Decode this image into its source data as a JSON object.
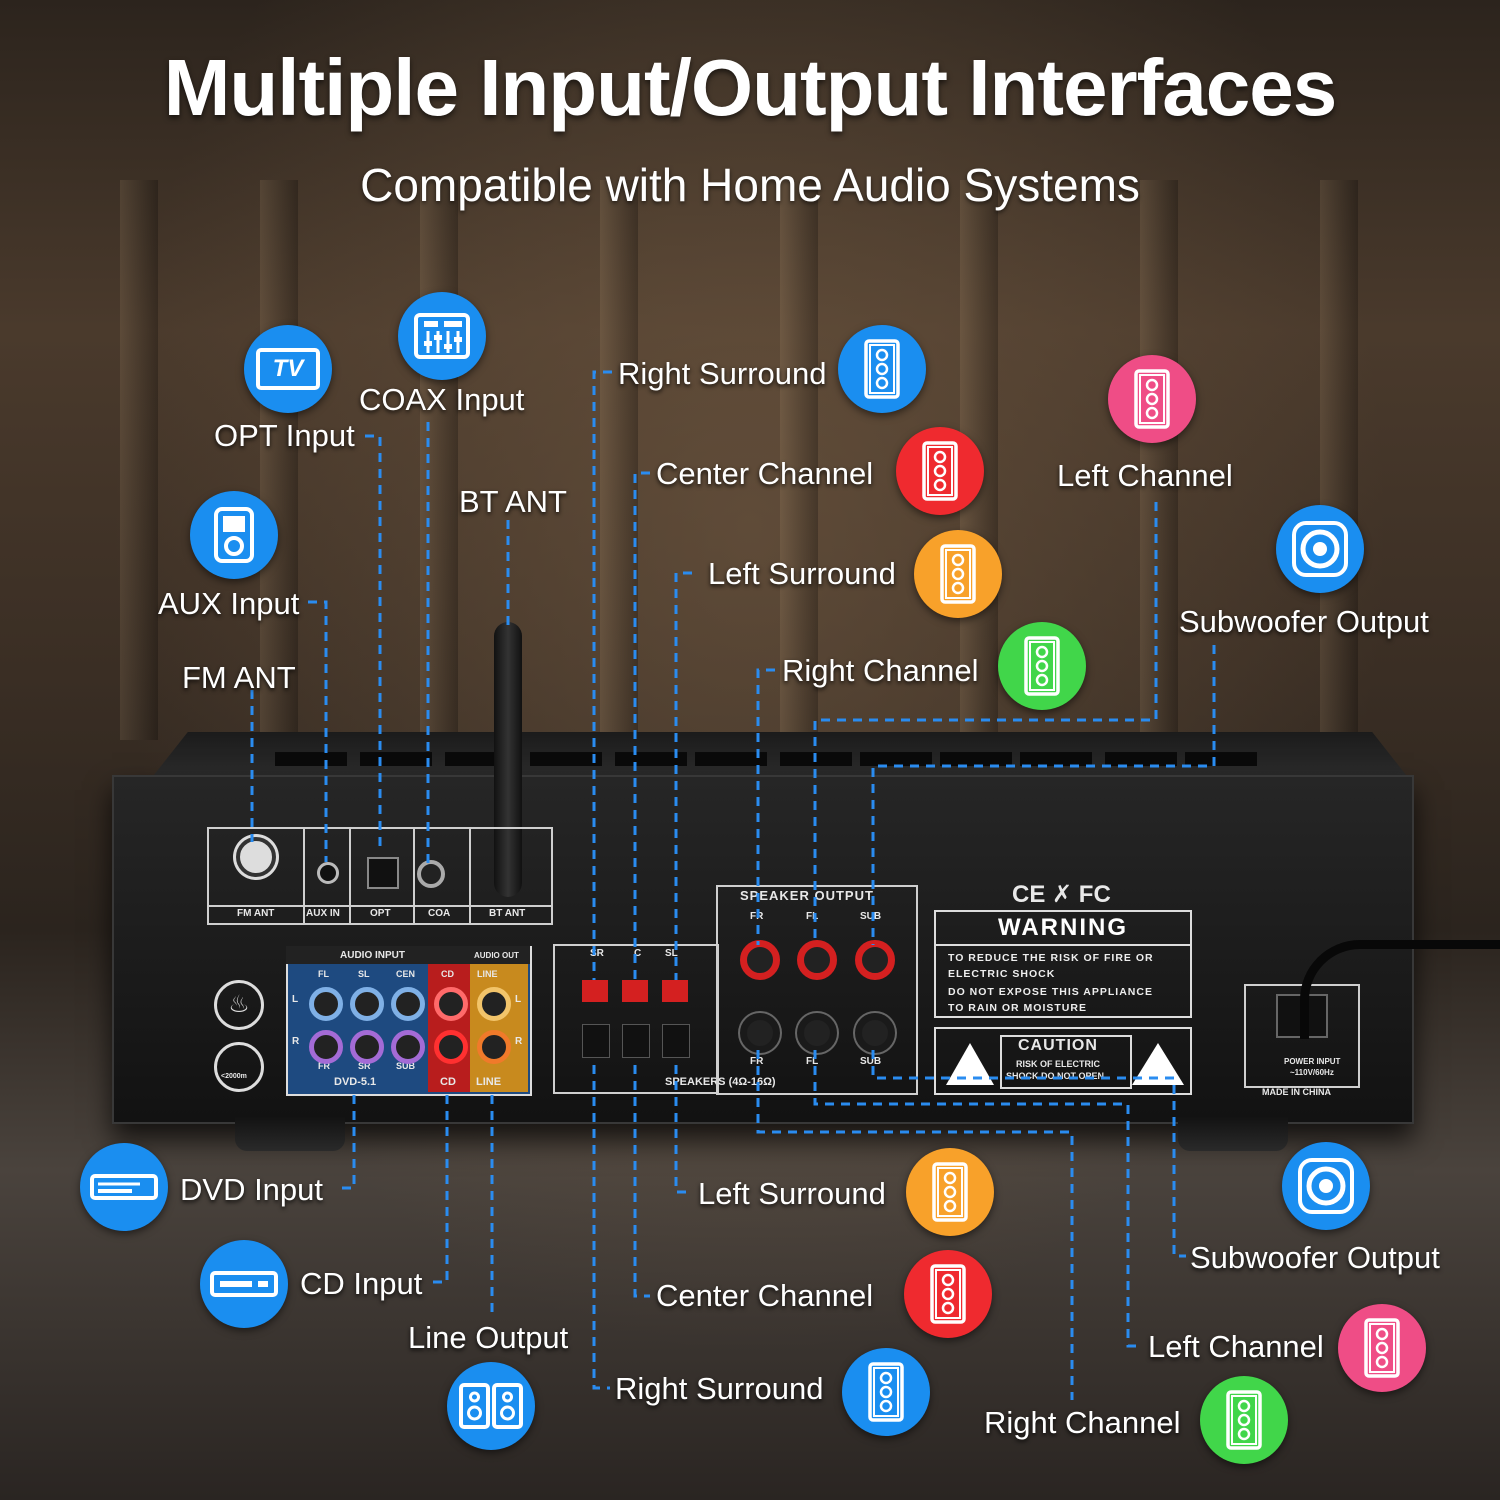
{
  "title": "Multiple Input/Output Interfaces",
  "subtitle": "Compatible with Home Audio Systems",
  "labels": {
    "opt_input": "OPT Input",
    "coax_input": "COAX Input",
    "bt_ant": "BT ANT",
    "aux_input": "AUX Input",
    "fm_ant": "FM ANT",
    "right_surround_top": "Right Surround",
    "center_channel_top": "Center Channel",
    "left_surround_top": "Left Surround",
    "right_channel_top": "Right Channel",
    "left_channel_top": "Left Channel",
    "subwoofer_output_top": "Subwoofer Output",
    "dvd_input": "DVD Input",
    "cd_input": "CD Input",
    "line_output": "Line Output",
    "left_surround_bottom": "Left Surround",
    "center_channel_bottom": "Center Channel",
    "right_surround_bottom": "Right Surround",
    "subwoofer_output_bottom": "Subwoofer Output",
    "left_channel_bottom": "Left Channel",
    "right_channel_bottom": "Right Channel"
  },
  "icons": {
    "tv_text": "TV"
  },
  "colors": {
    "blue": "#1a8ef0",
    "red": "#ef2a2f",
    "orange": "#f8a12a",
    "green": "#41d64a",
    "pink": "#ef4d86",
    "line": "#2a8cf0"
  },
  "panel": {
    "fm_ant": "FM ANT",
    "aux_in": "AUX IN",
    "opt": "OPT",
    "coa": "COA",
    "bt_ant": "BT ANT",
    "audio_input": "AUDIO INPUT",
    "audio_out": "AUDIO OUT",
    "fl": "FL",
    "sl": "SL",
    "cen": "CEN",
    "cd": "CD",
    "line": "LINE",
    "l": "L",
    "r": "R",
    "fr": "FR",
    "sr": "SR",
    "sub": "SUB",
    "dvd51": "DVD-5.1",
    "speaker_output": "SPEAKER OUTPUT",
    "speakers": "SPEAKERS (4Ω-16Ω)",
    "c": "C",
    "sub_caps": "SUB",
    "certs": "CE ✗ FC",
    "warning": "WARNING",
    "warn1": "TO REDUCE THE RISK OF FIRE OR",
    "warn2": "ELECTRIC SHOCK",
    "warn3": "DO NOT EXPOSE THIS APPLIANCE",
    "warn4": "TO RAIN OR MOISTURE",
    "caution": "CAUTION",
    "caution1": "RISK OF ELECTRIC",
    "caution2": "SHOCK DO NOT OPEN",
    "power1": "POWER INPUT",
    "power2": "~110V/60Hz",
    "made": "MADE IN CHINA",
    "altitude": "<2000m"
  }
}
